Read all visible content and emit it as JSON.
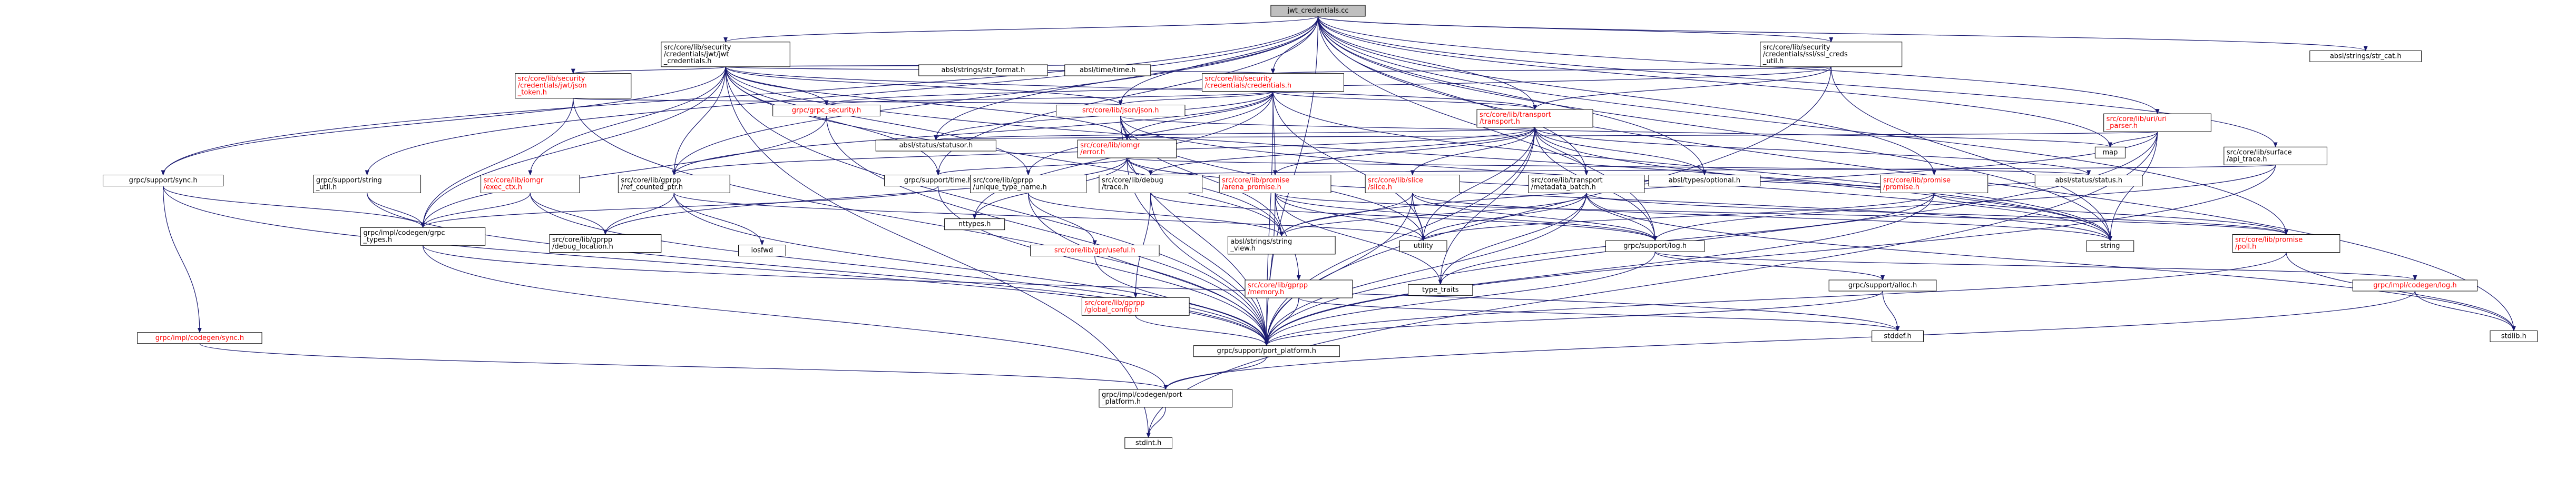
{
  "colors": {
    "edge": "#191970",
    "root_fill": "#bfbfbf",
    "node_fill": "#ffffff",
    "node_stroke": "#000000",
    "external_stroke": "#bfbfbf",
    "red_text": "#ff0000",
    "black_text": "#000000"
  },
  "nodes": [
    {
      "id": "root",
      "lines": [
        "jwt_credentials.cc"
      ],
      "kind": "root"
    },
    {
      "id": "jwt_credentials_h",
      "lines": [
        "src/core/lib/security",
        "/credentials/jwt/jwt",
        "_credentials.h"
      ],
      "kind": "black"
    },
    {
      "id": "ssl_creds_util",
      "lines": [
        "src/core/lib/security",
        "/credentials/ssl/ssl_creds",
        "_util.h"
      ],
      "kind": "black"
    },
    {
      "id": "str_cat",
      "lines": [
        "absl/strings/str_cat.h"
      ],
      "kind": "external"
    },
    {
      "id": "str_format",
      "lines": [
        "absl/strings/str_format.h"
      ],
      "kind": "external"
    },
    {
      "id": "time_h",
      "lines": [
        "absl/time/time.h"
      ],
      "kind": "external"
    },
    {
      "id": "json_token",
      "lines": [
        "src/core/lib/security",
        "/credentials/jwt/json",
        "_token.h"
      ],
      "kind": "red"
    },
    {
      "id": "credentials_h",
      "lines": [
        "src/core/lib/security",
        "/credentials/credentials.h"
      ],
      "kind": "red"
    },
    {
      "id": "grpc_security",
      "lines": [
        "grpc/grpc_security.h"
      ],
      "kind": "red"
    },
    {
      "id": "json_h",
      "lines": [
        "src/core/lib/json/json.h"
      ],
      "kind": "red"
    },
    {
      "id": "transport_h",
      "lines": [
        "src/core/lib/transport",
        "/transport.h"
      ],
      "kind": "red"
    },
    {
      "id": "uri_parser",
      "lines": [
        "src/core/lib/uri/uri",
        "_parser.h"
      ],
      "kind": "red"
    },
    {
      "id": "iomgr_error",
      "lines": [
        "src/core/lib/iomgr",
        "/error.h"
      ],
      "kind": "red"
    },
    {
      "id": "status_statusor",
      "lines": [
        "absl/status/statusor.h"
      ],
      "kind": "external"
    },
    {
      "id": "map",
      "lines": [
        "map"
      ],
      "kind": "external"
    },
    {
      "id": "api_trace",
      "lines": [
        "src/core/lib/surface",
        "/api_trace.h"
      ],
      "kind": "black"
    },
    {
      "id": "metadata_batch",
      "lines": [
        "src/core/lib/transport",
        "/metadata_batch.h"
      ],
      "kind": "black"
    },
    {
      "id": "promise_h",
      "lines": [
        "src/core/lib/promise",
        "/promise.h"
      ],
      "kind": "red"
    },
    {
      "id": "sync_h",
      "lines": [
        "grpc/support/sync.h"
      ],
      "kind": "black"
    },
    {
      "id": "string_util",
      "lines": [
        "grpc/support/string",
        "_util.h"
      ],
      "kind": "black"
    },
    {
      "id": "exec_ctx",
      "lines": [
        "src/core/lib/iomgr",
        "/exec_ctx.h"
      ],
      "kind": "red"
    },
    {
      "id": "ref_counted_ptr",
      "lines": [
        "src/core/lib/gprpp",
        "/ref_counted_ptr.h"
      ],
      "kind": "black"
    },
    {
      "id": "support_time",
      "lines": [
        "grpc/support/time.h"
      ],
      "kind": "black"
    },
    {
      "id": "unique_type_name",
      "lines": [
        "src/core/lib/gprpp",
        "/unique_type_name.h"
      ],
      "kind": "black"
    },
    {
      "id": "debug_trace",
      "lines": [
        "src/core/lib/debug",
        "/trace.h"
      ],
      "kind": "black"
    },
    {
      "id": "arena_promise",
      "lines": [
        "src/core/lib/promise",
        "/arena_promise.h"
      ],
      "kind": "red"
    },
    {
      "id": "slice_h",
      "lines": [
        "src/core/lib/slice",
        "/slice.h"
      ],
      "kind": "red"
    },
    {
      "id": "optional_h",
      "lines": [
        "absl/types/optional.h"
      ],
      "kind": "external"
    },
    {
      "id": "status_h",
      "lines": [
        "absl/status/status.h"
      ],
      "kind": "external"
    },
    {
      "id": "nlohmann",
      "lines": [
        "nttypes.h"
      ],
      "kind": "external"
    },
    {
      "id": "codegen_grpc_types",
      "lines": [
        "grpc/impl/codegen/grpc",
        "_types.h"
      ],
      "kind": "black"
    },
    {
      "id": "debug_location",
      "lines": [
        "src/core/lib/gprpp",
        "/debug_location.h"
      ],
      "kind": "black"
    },
    {
      "id": "iosfwd",
      "lines": [
        "iosfwd"
      ],
      "kind": "external"
    },
    {
      "id": "useful_h",
      "lines": [
        "src/core/lib/gpr/useful.h"
      ],
      "kind": "red"
    },
    {
      "id": "string_view",
      "lines": [
        "absl/strings/string",
        "_view.h"
      ],
      "kind": "black"
    },
    {
      "id": "utility",
      "lines": [
        "utility"
      ],
      "kind": "external"
    },
    {
      "id": "string",
      "lines": [
        "string"
      ],
      "kind": "external"
    },
    {
      "id": "log_h",
      "lines": [
        "grpc/support/log.h"
      ],
      "kind": "black"
    },
    {
      "id": "poll_h",
      "lines": [
        "src/core/lib/promise",
        "/poll.h"
      ],
      "kind": "red"
    },
    {
      "id": "memory_h",
      "lines": [
        "src/core/lib/gprpp",
        "/memory.h"
      ],
      "kind": "red"
    },
    {
      "id": "type_traits",
      "lines": [
        "type_traits"
      ],
      "kind": "external"
    },
    {
      "id": "global_config",
      "lines": [
        "src/core/lib/gprpp",
        "/global_config.h"
      ],
      "kind": "red"
    },
    {
      "id": "codegen_sync",
      "lines": [
        "grpc/impl/codegen/sync.h"
      ],
      "kind": "red"
    },
    {
      "id": "alloc_h",
      "lines": [
        "grpc/support/alloc.h"
      ],
      "kind": "black"
    },
    {
      "id": "codegen_log",
      "lines": [
        "grpc/impl/codegen/log.h"
      ],
      "kind": "red"
    },
    {
      "id": "port_platform",
      "lines": [
        "grpc/support/port_platform.h"
      ],
      "kind": "black"
    },
    {
      "id": "stddef",
      "lines": [
        "stddef.h"
      ],
      "kind": "external"
    },
    {
      "id": "stdlib",
      "lines": [
        "stdlib.h"
      ],
      "kind": "external"
    },
    {
      "id": "codegen_port_platform",
      "lines": [
        "grpc/impl/codegen/port",
        "_platform.h"
      ],
      "kind": "black"
    },
    {
      "id": "stdint",
      "lines": [
        "stdint.h"
      ],
      "kind": "external"
    }
  ]
}
